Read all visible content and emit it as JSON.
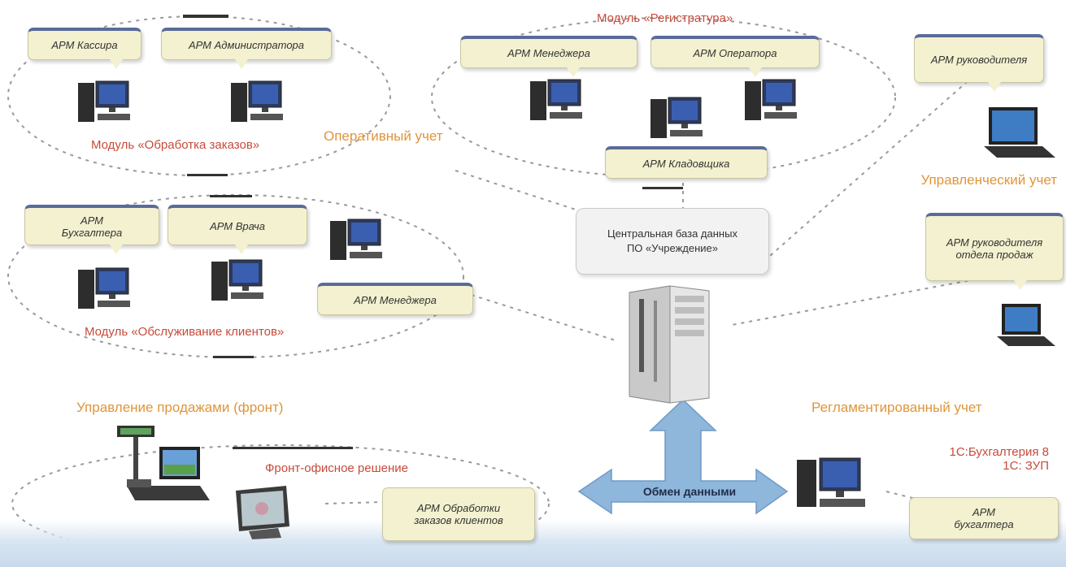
{
  "section_titles": {
    "top_center": "Модуль «Регистратура»",
    "operational": "Оперативный учет",
    "manager_right": "Управленческий учет",
    "bottom_left": "Управление продажами (фронт)",
    "bottom_right": "Регламентированный учет"
  },
  "module_captions": {
    "top_left": "Модуль «Обработка заказов»",
    "middle_left": "Модуль «Обслуживание клиентов»",
    "bottom_front": "Фронт-офисное решение"
  },
  "workstations": {
    "tl_1": "АРМ Кассира",
    "tl_2": "АРМ Администратора",
    "tc_1": "АРМ Менеджера",
    "tc_2": "АРМ Оператора",
    "tc_3": "АРМ Кладовщика",
    "right_top": "АРМ руководителя",
    "right_mid": "АРМ руководителя\nотдела продаж",
    "ml_1": "АРМ\nБухгалтера",
    "ml_2": "АРМ Врача",
    "ml_3": "АРМ Менеджера",
    "bottom_front": "АРМ Обработки\nзаказов клиентов",
    "bottom_right": "АРМ\nбухгалтера"
  },
  "server_label": "Центральная база данных\nПО «Учреждение»",
  "exchange_label": "Обмен данными",
  "accounting_label": "1С:Бухгалтерия 8\n1С: ЗУП",
  "colors": {
    "label_bg": "#f3f1cf",
    "label_border_top": "#5a6b9a",
    "caption_red": "#c74b3a",
    "caption_orange": "#e0953a",
    "arrow": "#8fb6db"
  }
}
